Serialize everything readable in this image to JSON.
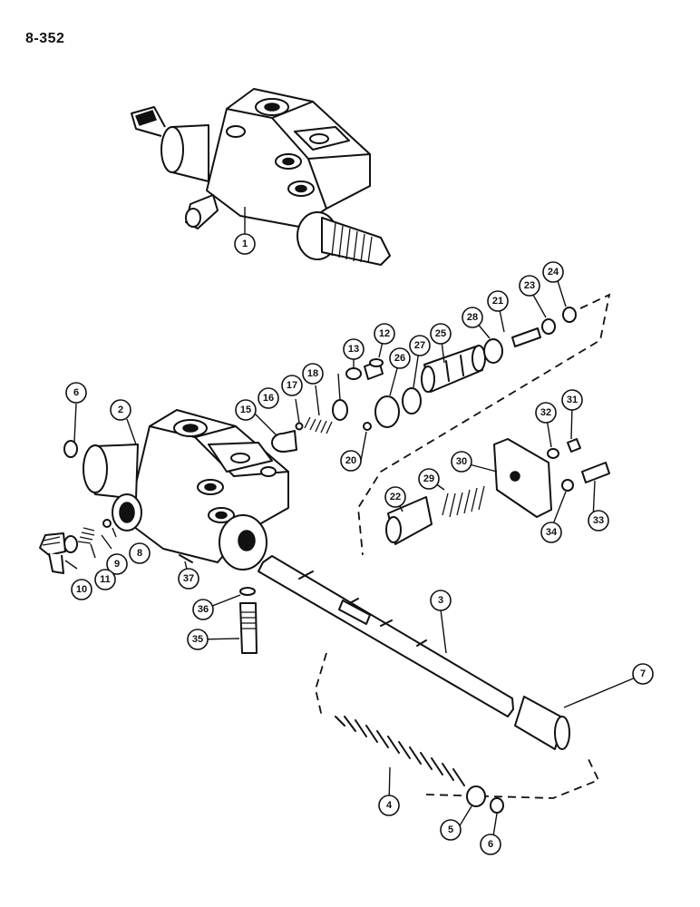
{
  "page_number": "8-352",
  "callouts": [
    {
      "label": "1"
    },
    {
      "label": "2"
    },
    {
      "label": "3"
    },
    {
      "label": "4"
    },
    {
      "label": "5"
    },
    {
      "label": "6"
    },
    {
      "label": "6"
    },
    {
      "label": "7"
    },
    {
      "label": "8"
    },
    {
      "label": "9"
    },
    {
      "label": "10"
    },
    {
      "label": "11"
    },
    {
      "label": "12"
    },
    {
      "label": "13"
    },
    {
      "label": "15"
    },
    {
      "label": "16"
    },
    {
      "label": "17"
    },
    {
      "label": "18"
    },
    {
      "label": "20"
    },
    {
      "label": "21"
    },
    {
      "label": "22"
    },
    {
      "label": "23"
    },
    {
      "label": "24"
    },
    {
      "label": "25"
    },
    {
      "label": "26"
    },
    {
      "label": "27"
    },
    {
      "label": "28"
    },
    {
      "label": "29"
    },
    {
      "label": "30"
    },
    {
      "label": "31"
    },
    {
      "label": "32"
    },
    {
      "label": "33"
    },
    {
      "label": "34"
    },
    {
      "label": "35"
    },
    {
      "label": "36"
    },
    {
      "label": "37"
    }
  ]
}
